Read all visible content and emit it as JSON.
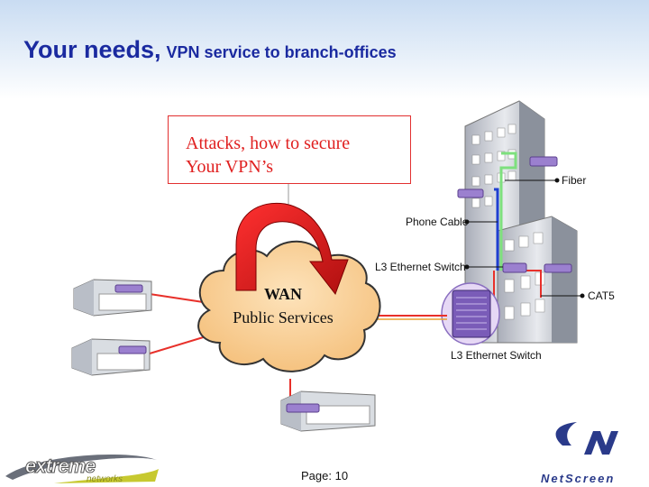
{
  "title": {
    "main": "Your needs,",
    "sub": "VPN service to branch-offices"
  },
  "callout": {
    "line1": "Attacks, how to secure",
    "line2": "Your VPN’s"
  },
  "wan": {
    "line1": "WAN",
    "line2": "Public Services"
  },
  "labels": {
    "fiber": "Fiber",
    "phone_cable": "Phone Cable",
    "l3_switch_top": "L3 Ethernet Switch",
    "cat5": "CAT5",
    "l3_switch_bottom": "L3 Ethernet Switch"
  },
  "footer": {
    "page": "Page: 10"
  },
  "logos": {
    "extreme_word": "extreme",
    "extreme_sub": "networks",
    "netscreen": "NetScreen"
  },
  "colors": {
    "title": "#1a2aa0",
    "callout": "#e02020",
    "cloud": "#f7c98a",
    "link": "#e8302a",
    "switch": "#8a6fc0",
    "fiber": "#7ee07e",
    "phone": "#2040d0"
  }
}
